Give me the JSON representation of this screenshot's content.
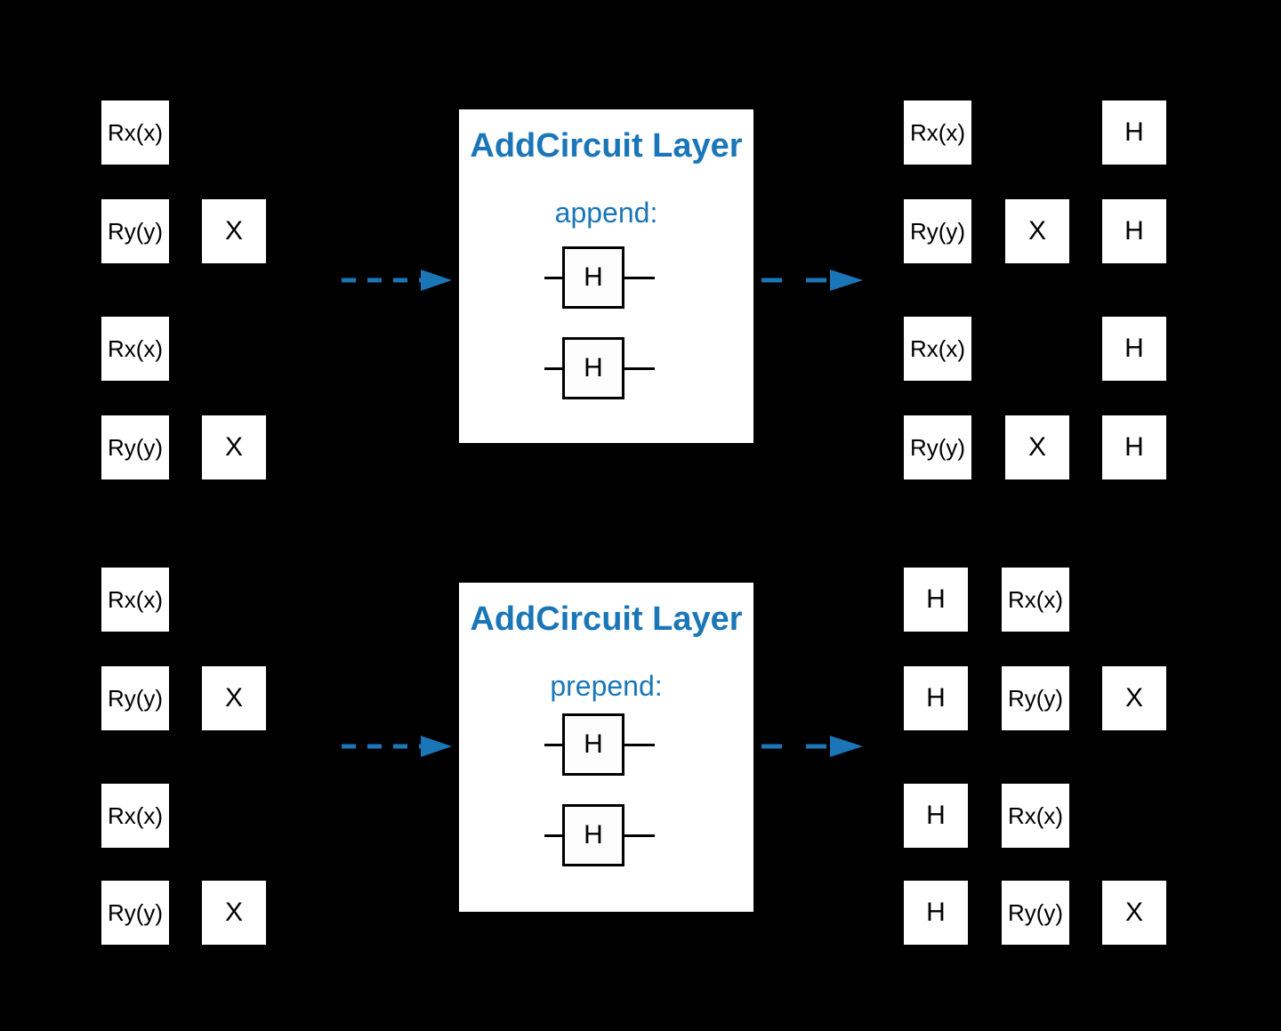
{
  "colors": {
    "background": "#000000",
    "accent_blue": "#1b76b8",
    "gate_fill": "#ffffff",
    "gate_text": "#000000"
  },
  "layer_boxes": [
    {
      "title": "AddCircuit Layer",
      "mode": "append:",
      "gates": [
        "H",
        "H"
      ]
    },
    {
      "title": "AddCircuit Layer",
      "mode": "prepend:",
      "gates": [
        "H",
        "H"
      ]
    }
  ],
  "circuits": {
    "top_input": {
      "rows": [
        [
          "Rx(x)",
          null
        ],
        [
          "Ry(y)",
          "X"
        ],
        [
          "Rx(x)",
          null
        ],
        [
          "Ry(y)",
          "X"
        ]
      ]
    },
    "top_output": {
      "rows": [
        [
          "Rx(x)",
          null,
          "H"
        ],
        [
          "Ry(y)",
          "X",
          "H"
        ],
        [
          "Rx(x)",
          null,
          "H"
        ],
        [
          "Ry(y)",
          "X",
          "H"
        ]
      ]
    },
    "bottom_input": {
      "rows": [
        [
          "Rx(x)",
          null
        ],
        [
          "Ry(y)",
          "X"
        ],
        [
          "Rx(x)",
          null
        ],
        [
          "Ry(y)",
          "X"
        ]
      ]
    },
    "bottom_output": {
      "rows": [
        [
          "H",
          "Rx(x)",
          null
        ],
        [
          "H",
          "Ry(y)",
          "X"
        ],
        [
          "H",
          "Rx(x)",
          null
        ],
        [
          "H",
          "Ry(y)",
          "X"
        ]
      ]
    }
  }
}
